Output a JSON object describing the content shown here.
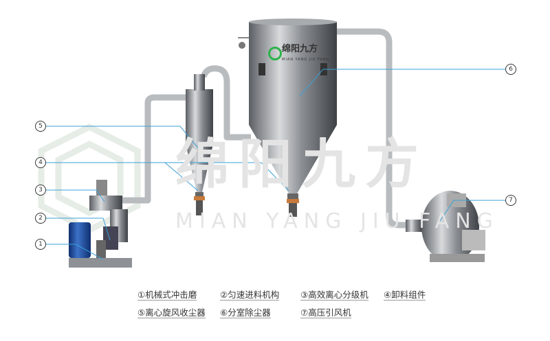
{
  "watermark": {
    "cn": "绵阳九方",
    "en": "MIAN YANG JIU FANG"
  },
  "logo": {
    "cn": "绵阳九方",
    "en": "MIAN YANG JIU FANG",
    "color": "#2db34a"
  },
  "callouts": [
    "1",
    "2",
    "3",
    "4",
    "5",
    "6",
    "7"
  ],
  "legend": [
    {
      "num": "①",
      "label": "机械式冲击磨"
    },
    {
      "num": "②",
      "label": "匀速进料机构"
    },
    {
      "num": "③",
      "label": "高效离心分级机"
    },
    {
      "num": "④",
      "label": "卸料组件"
    },
    {
      "num": "⑤",
      "label": "离心旋风收尘器"
    },
    {
      "num": "⑥",
      "label": "分室除尘器"
    },
    {
      "num": "⑦",
      "label": "高压引风机"
    }
  ],
  "colors": {
    "leader": "#3aa0d8",
    "motor": "#1f4fa0",
    "steel": "#9a9ea3",
    "watermark": "#e4e4e4"
  }
}
